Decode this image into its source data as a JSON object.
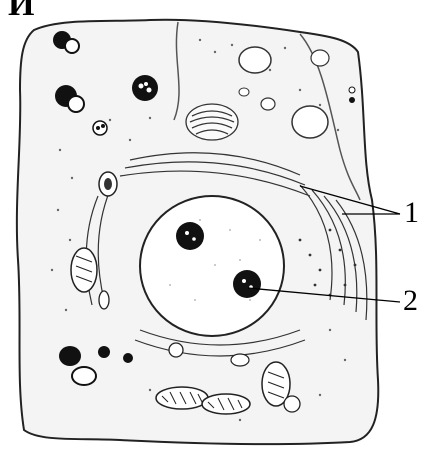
{
  "figure": {
    "corner_letter": "И",
    "callouts": [
      {
        "number": "1"
      },
      {
        "number": "2"
      }
    ]
  }
}
